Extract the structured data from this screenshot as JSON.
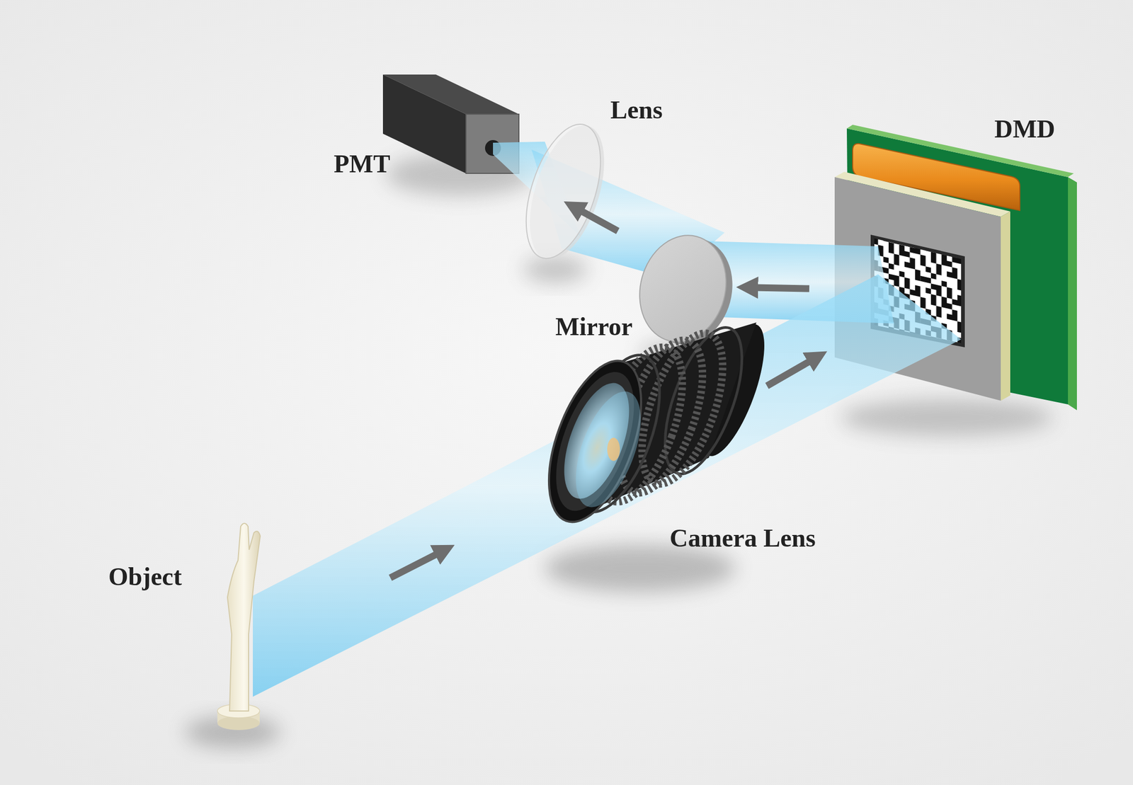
{
  "diagram": {
    "labels": [
      "Lens",
      "DMD",
      "PMT",
      "Mirror",
      "Camera Lens",
      "Object"
    ]
  }
}
